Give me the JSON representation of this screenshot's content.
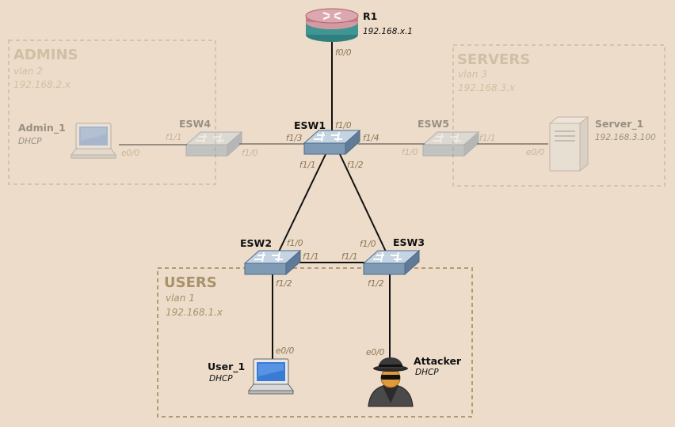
{
  "zones": {
    "admins": {
      "title": "ADMINS",
      "vlan": "vlan 2",
      "subnet": "192.168.2.x"
    },
    "servers": {
      "title": "SERVERS",
      "vlan": "vlan 3",
      "subnet": "192.168.3.x"
    },
    "users": {
      "title": "USERS",
      "vlan": "vlan 1",
      "subnet": "192.168.1.x"
    }
  },
  "devices": {
    "r1": {
      "name": "R1",
      "ip": "192.168.x.1"
    },
    "esw1": {
      "name": "ESW1"
    },
    "esw2": {
      "name": "ESW2"
    },
    "esw3": {
      "name": "ESW3"
    },
    "esw4": {
      "name": "ESW4"
    },
    "esw5": {
      "name": "ESW5"
    },
    "admin1": {
      "name": "Admin_1",
      "sub": "DHCP"
    },
    "server1": {
      "name": "Server_1",
      "ip": "192.168.3.100"
    },
    "user1": {
      "name": "User_1",
      "sub": "DHCP"
    },
    "attacker": {
      "name": "Attacker",
      "sub": "DHCP"
    }
  },
  "ports": {
    "r1_f00": "f0/0",
    "esw1_f10": "f1/0",
    "esw1_f13": "f1/3",
    "esw1_f14": "f1/4",
    "esw1_f11": "f1/1",
    "esw1_f12": "f1/2",
    "esw4_f11": "f1/1",
    "esw4_f10": "f1/0",
    "esw5_f10": "f1/0",
    "esw5_f11": "f1/1",
    "admin_e00": "e0/0",
    "server_e00": "e0/0",
    "esw2_f10": "f1/0",
    "esw2_f11": "f1/1",
    "esw2_f12": "f1/2",
    "esw3_f10": "f1/0",
    "esw3_f11": "f1/1",
    "esw3_f12": "f1/2",
    "user_e00": "e0/0",
    "attacker_e00": "e0/0"
  },
  "colors": {
    "background": "#ecdcc9",
    "zone_border": "#b29a75",
    "zone_text": "#a8916b",
    "link": "#111111",
    "switch_top": "#9eb4c8",
    "router_top": "#c97f8a",
    "router_base": "#3f9494"
  }
}
